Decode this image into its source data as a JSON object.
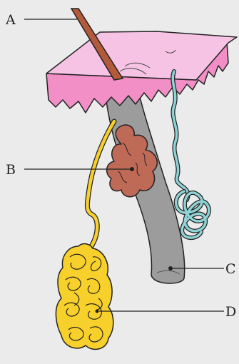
{
  "labels": {
    "a": "A",
    "b": "B",
    "c": "C",
    "d": "D"
  },
  "colors": {
    "background": "#ebebeb",
    "skin_top": "#f6c3e4",
    "skin_side": "#f28fc6",
    "hair_shaft": "#b35a3b",
    "follicle": "#9c9c9c",
    "sebaceous_gland": "#bf6a57",
    "sweat_gland": "#f8d02c",
    "apocrine_duct": "#8fd3d6",
    "outline": "#222222"
  }
}
